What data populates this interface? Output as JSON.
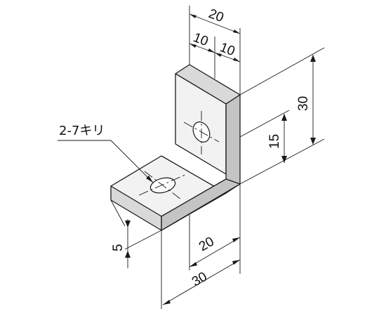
{
  "drawing": {
    "hole_note": "2-7キリ",
    "dimensions": {
      "top_total": "20",
      "top_left": "10",
      "top_right": "10",
      "height_total": "30",
      "hole_height": "15",
      "thickness": "5",
      "bottom_inner": "20",
      "bottom_total": "30"
    },
    "colors": {
      "face_light": "#f2f2f2",
      "face_mid": "#d9d9d9",
      "face_dark": "#c4c4c4",
      "line": "#1a1a1a"
    }
  }
}
